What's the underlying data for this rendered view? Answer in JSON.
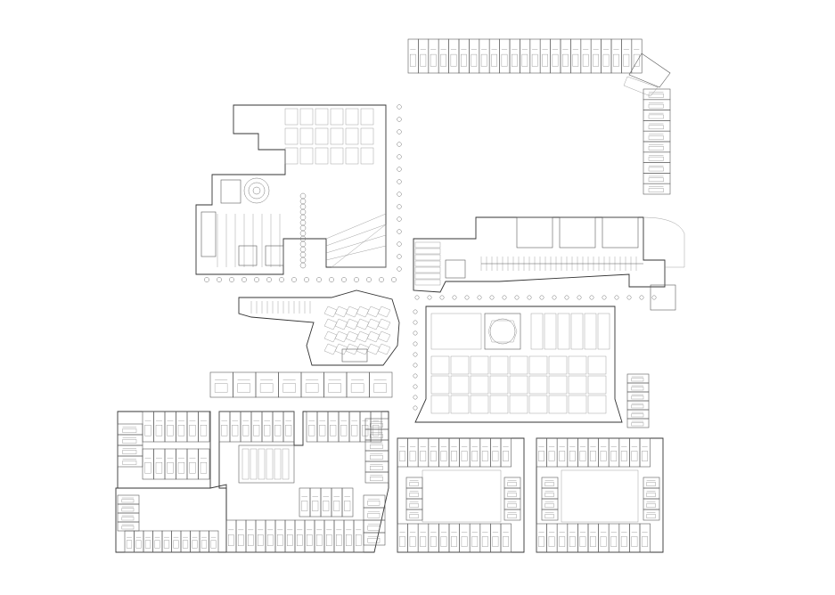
{
  "colors": {
    "background": "#ffffff",
    "linework": "#5a5a5a",
    "linework_light": "#8a8a8a"
  },
  "drawing": {
    "type": "site-ground-floor-plan",
    "blocks": [
      "north-east-l-shaped-housing-row",
      "east-house-column",
      "north-west-theatre-building",
      "west-wedge-building",
      "central-west-house-row",
      "central-gallery-building",
      "south-east-courtyard-building",
      "south-west-l-housing-block",
      "south-west-central-housing-block",
      "south-east-housing-block-a",
      "south-east-housing-block-b",
      "tree-rows"
    ]
  }
}
